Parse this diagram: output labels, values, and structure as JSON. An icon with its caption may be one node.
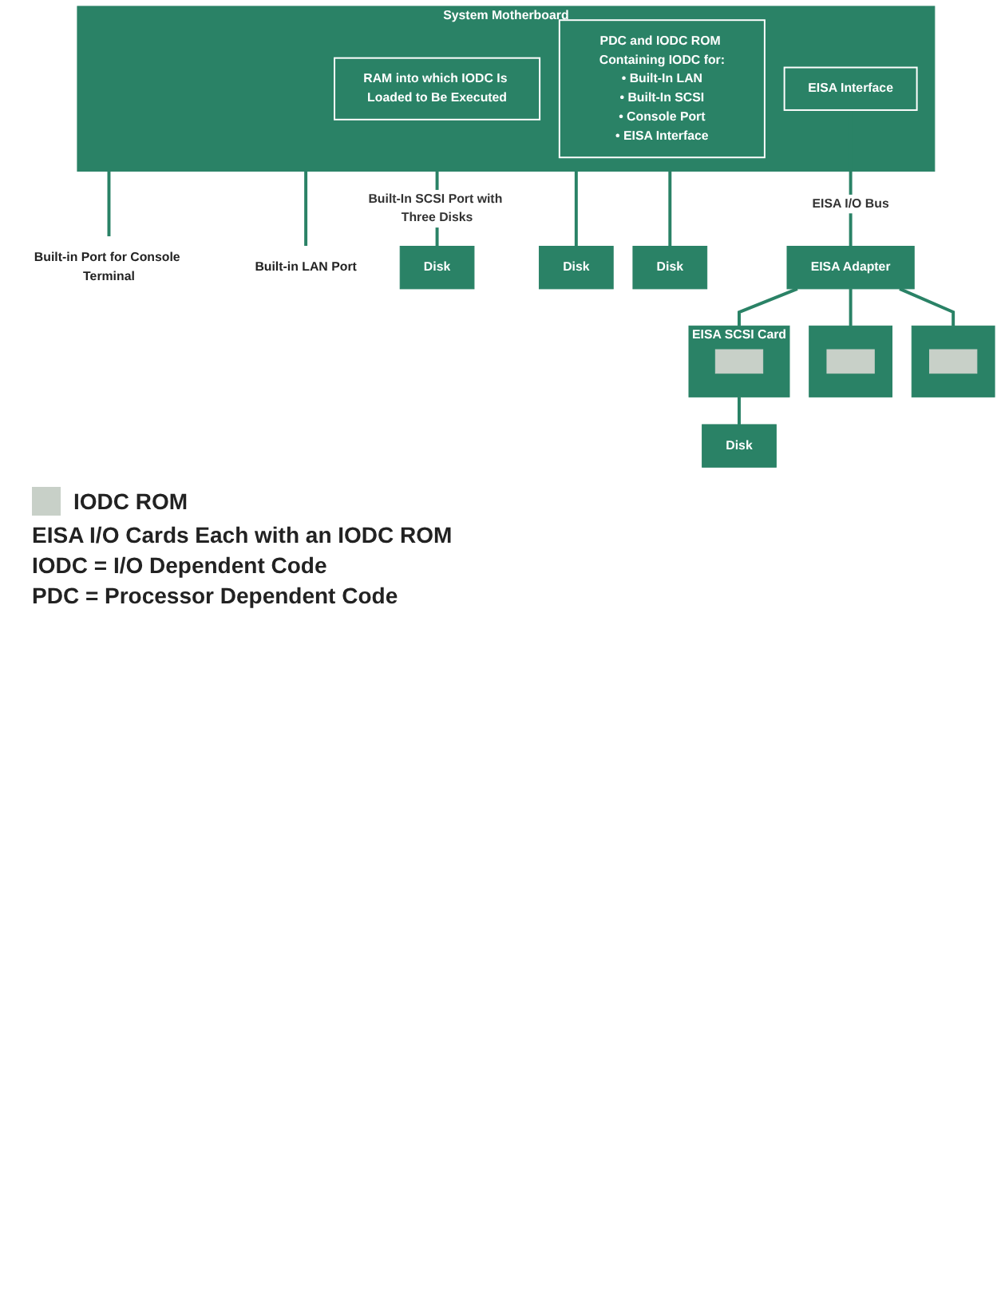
{
  "diagram": {
    "nodes": [
      {
        "text": [
          "System Motherboard"
        ]
      },
      {
        "text": [
          "RAM into which IODC Is Loaded to Be Executed"
        ],
        "in": 0
      },
      {
        "text": [
          "PDC and IODC ROM Containing IODC for:",
          "• Built-In LAN",
          "• Built-In SCSI",
          "• Console Port",
          "• EISA Interface"
        ],
        "in": 0
      },
      {
        "text": [
          "EISA Interface"
        ],
        "in": 0
      },
      {
        "text": [
          "Built-in Port for Console Terminal"
        ]
      },
      {
        "text": [
          "Built-in LAN Port"
        ]
      },
      {
        "text": [
          "Disk"
        ]
      },
      {
        "text": [
          "Disk"
        ]
      },
      {
        "text": [
          "Disk"
        ]
      },
      {
        "text": [
          "EISA Adapter"
        ]
      },
      {
        "text": [],
        "shape": "box"
      },
      {
        "text": [],
        "shape": "box",
        "in": 10
      },
      {
        "text": [],
        "shape": "box"
      },
      {
        "text": [],
        "shape": "box",
        "in": 12
      },
      {
        "text": [
          "EISA SCSI Card"
        ]
      },
      {
        "text": [],
        "shape": "box",
        "in": 14
      },
      {
        "text": [
          "Disk"
        ]
      }
    ],
    "edges": [
      {
        "from": 0,
        "to": 4,
        "arrow": "none"
      },
      {
        "from": 0,
        "to": 5,
        "arrow": "none"
      },
      {
        "from": 0,
        "to": 6,
        "arrow": "none",
        "label": "Built-In SCSI Port with Three Disks"
      },
      {
        "from": 0,
        "to": 7,
        "arrow": "none"
      },
      {
        "from": 0,
        "to": 8,
        "arrow": "none"
      },
      {
        "from": 3,
        "to": 9,
        "arrow": "none",
        "label": "EISA I/O Bus"
      },
      {
        "from": 9,
        "to": 10,
        "arrow": "none"
      },
      {
        "from": 9,
        "to": 12,
        "arrow": "none"
      },
      {
        "from": 9,
        "to": 14,
        "arrow": "none"
      },
      {
        "from": 14,
        "to": 16,
        "arrow": "none"
      }
    ],
    "labels": [
      "EISA I/O Cards Each with an IODC ROM",
      "IODC = I/O Dependent Code",
      "PDC = Processor Dependent Code"
    ],
    "legend": [
      {
        "text": "IODC ROM",
        "color": "#c8d0c8"
      }
    ]
  }
}
